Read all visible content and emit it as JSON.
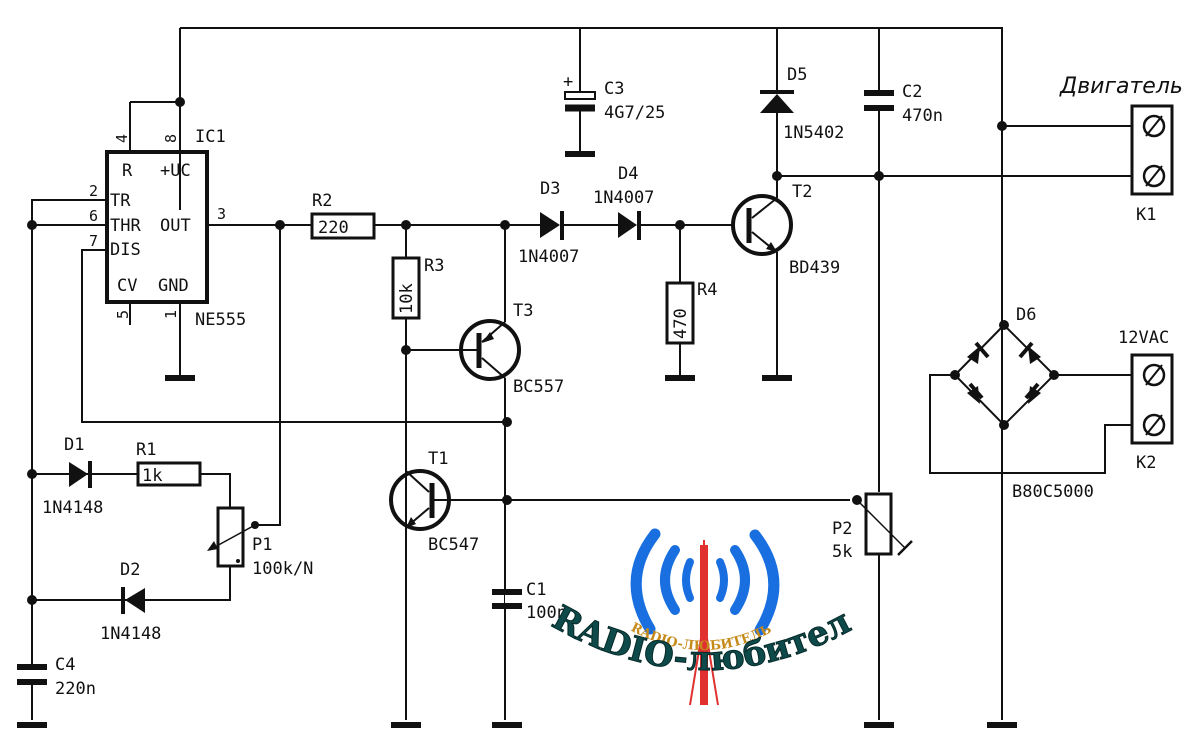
{
  "title": "Двигатель",
  "components": {
    "ic1": {
      "ref": "IC1",
      "part": "NE555",
      "pins": {
        "r": "R",
        "vcc": "+UC",
        "tr": "TR",
        "thr": "THR",
        "out": "OUT",
        "dis": "DIS",
        "cv": "CV",
        "gnd": "GND"
      },
      "pin_numbers": {
        "p4": "4",
        "p8": "8",
        "p2": "2",
        "p6": "6",
        "p7": "7",
        "p3": "3",
        "p5": "5",
        "p1": "1"
      }
    },
    "r1": {
      "ref": "R1",
      "value": "1k"
    },
    "r2": {
      "ref": "R2",
      "value": "220"
    },
    "r3": {
      "ref": "R3",
      "value": "10k"
    },
    "r4": {
      "ref": "R4",
      "value": "470"
    },
    "p1": {
      "ref": "P1",
      "value": "100k/N"
    },
    "p2": {
      "ref": "P2",
      "value": "5k"
    },
    "c1": {
      "ref": "C1",
      "value": "100n"
    },
    "c2": {
      "ref": "C2",
      "value": "470n"
    },
    "c3": {
      "ref": "C3",
      "value": "4G7/25",
      "polarity": "+"
    },
    "c4": {
      "ref": "C4",
      "value": "220n"
    },
    "d1": {
      "ref": "D1",
      "part": "1N4148"
    },
    "d2": {
      "ref": "D2",
      "part": "1N4148"
    },
    "d3": {
      "ref": "D3",
      "part": "1N4007"
    },
    "d4": {
      "ref": "D4",
      "part": "1N4007"
    },
    "d5": {
      "ref": "D5",
      "part": "1N5402"
    },
    "d6": {
      "ref": "D6",
      "part": "B80C5000"
    },
    "t1": {
      "ref": "T1",
      "part": "BC547"
    },
    "t2": {
      "ref": "T2",
      "part": "BD439"
    },
    "t3": {
      "ref": "T3",
      "part": "BC557"
    },
    "k1": {
      "ref": "K1"
    },
    "k2": {
      "ref": "K2",
      "label": "12VAC"
    }
  },
  "watermark": {
    "main": "RADIO-любитель",
    "small": "RADIO-ЛЮБИТЕЛЬ"
  }
}
